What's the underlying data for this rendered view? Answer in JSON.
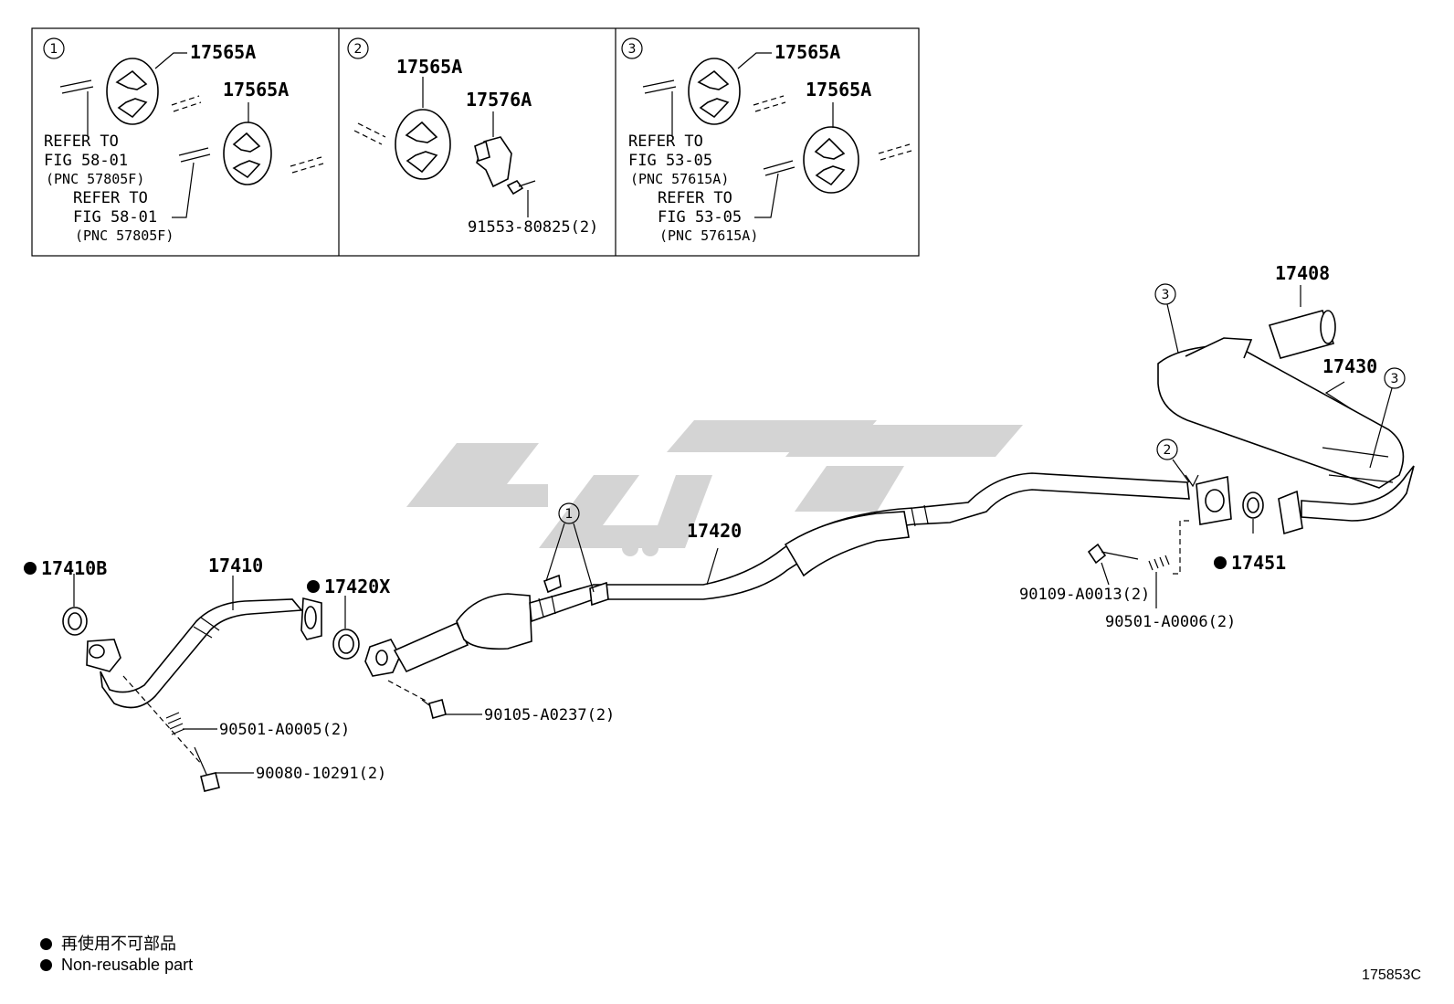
{
  "insets": [
    {
      "number": "1",
      "labels": [
        "17565A",
        "17565A"
      ],
      "refs": [
        {
          "line1": "REFER TO",
          "line2": "FIG 58-01",
          "pnc": "(PNC 57805F)"
        },
        {
          "line1": "REFER TO",
          "line2": "FIG 58-01",
          "pnc": "(PNC 57805F)"
        }
      ]
    },
    {
      "number": "2",
      "labels": [
        "17565A",
        "17576A",
        "91553-80825(2)"
      ]
    },
    {
      "number": "3",
      "labels": [
        "17565A",
        "17565A"
      ],
      "refs": [
        {
          "line1": "REFER TO",
          "line2": "FIG 53-05",
          "pnc": "(PNC 57615A)"
        },
        {
          "line1": "REFER TO",
          "line2": "FIG 53-05",
          "pnc": "(PNC 57615A)"
        }
      ]
    }
  ],
  "callouts": [
    "1",
    "2",
    "3",
    "3"
  ],
  "parts": {
    "p17410B": "17410B",
    "p17410": "17410",
    "p17420X": "17420X",
    "p17420": "17420",
    "p17408": "17408",
    "p17430": "17430",
    "p17451": "17451",
    "b90501_0005": "90501-A0005(2)",
    "b90080": "90080-10291(2)",
    "b90105": "90105-A0237(2)",
    "b90109": "90109-A0013(2)",
    "b90501_0006": "90501-A0006(2)"
  },
  "legend": {
    "line1": "再使用不可部品",
    "line2": "Non-reusable part"
  },
  "figure_code": "175853C",
  "colors": {
    "ink": "#000000",
    "watermark": "#d4d4d4"
  }
}
